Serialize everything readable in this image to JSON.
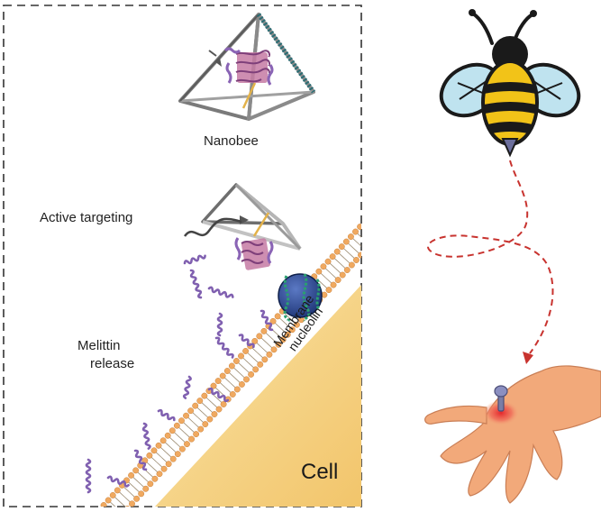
{
  "labels": {
    "nanobee": "Nanobee",
    "active_targeting": "Active targeting",
    "melittin_line1": "Melittin",
    "melittin_line2": "release",
    "membrane_line1": "Membrane",
    "membrane_line2": "nucleolin",
    "cell": "Cell"
  },
  "colors": {
    "frame": "#333333",
    "cell_fill": "#f6d58a",
    "lipid_head": "#f0a960",
    "melittin": "#8060b0",
    "nucleolin": "#2c4b8c",
    "bee_yellow": "#f2c318",
    "bee_black": "#1a1a1a",
    "wing": "#bfe3ef",
    "skin": "#f2a97a",
    "sting_red": "#e53a3a",
    "path_dash": "#c8332f"
  },
  "icons": [
    "bee-icon",
    "hand-icon",
    "tetrahedron-icon",
    "nucleolin-icon",
    "melittin-icon"
  ]
}
